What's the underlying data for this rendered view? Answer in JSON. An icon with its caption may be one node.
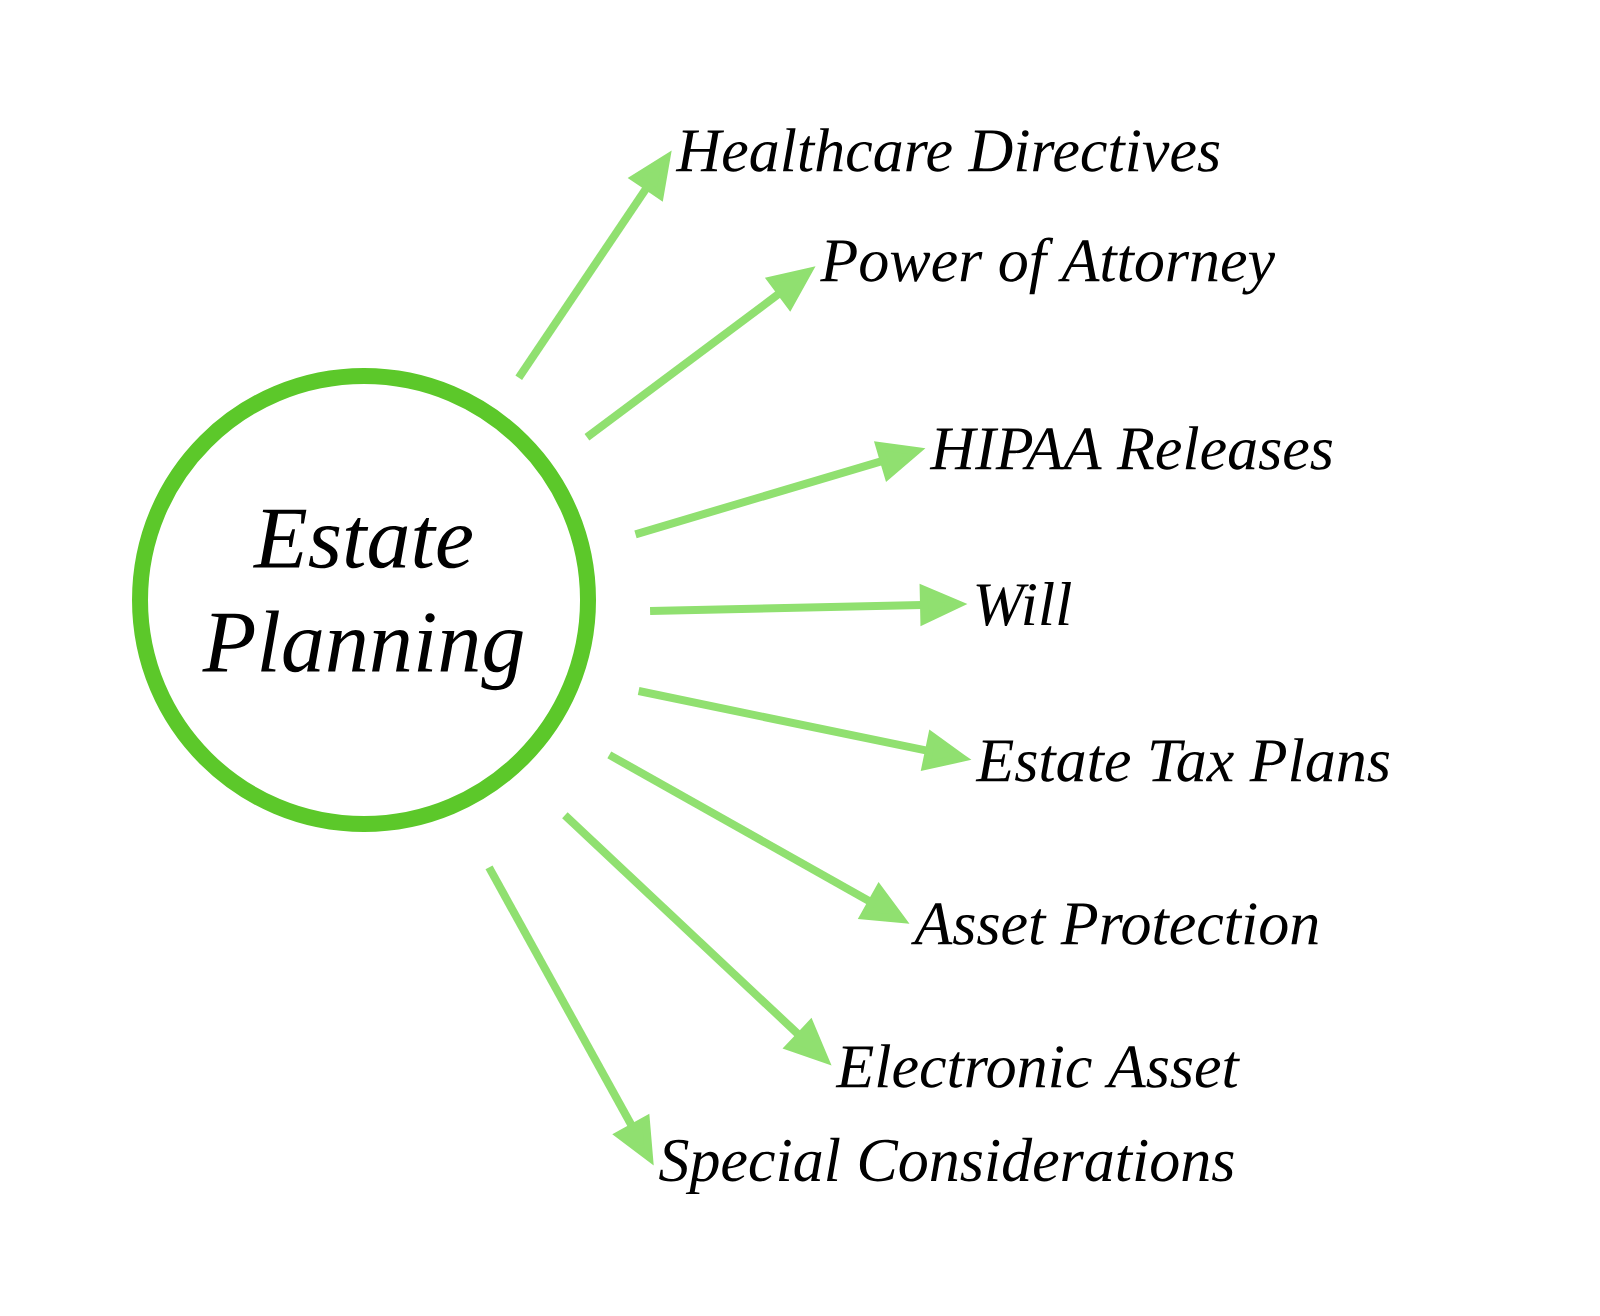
{
  "diagram": {
    "nodes": [
      {
        "text": [
          "Estate Planning"
        ]
      },
      {
        "text": [
          "Healthcare Directives"
        ]
      },
      {
        "text": [
          "Power of Attorney"
        ]
      },
      {
        "text": [
          "HIPAA Releases"
        ]
      },
      {
        "text": [
          "Will"
        ]
      },
      {
        "text": [
          "Estate Tax Plans"
        ]
      },
      {
        "text": [
          "Asset Protection"
        ]
      },
      {
        "text": [
          "Electronic Asset"
        ]
      },
      {
        "text": [
          "Special Considerations"
        ]
      }
    ],
    "edges": [
      {
        "from": 0,
        "to": 1,
        "arrow": "to"
      },
      {
        "from": 0,
        "to": 2,
        "arrow": "to"
      },
      {
        "from": 0,
        "to": 3,
        "arrow": "to"
      },
      {
        "from": 0,
        "to": 4,
        "arrow": "to"
      },
      {
        "from": 0,
        "to": 5,
        "arrow": "to"
      },
      {
        "from": 0,
        "to": 6,
        "arrow": "to"
      },
      {
        "from": 0,
        "to": 7,
        "arrow": "to"
      },
      {
        "from": 0,
        "to": 8,
        "arrow": "to"
      }
    ]
  }
}
